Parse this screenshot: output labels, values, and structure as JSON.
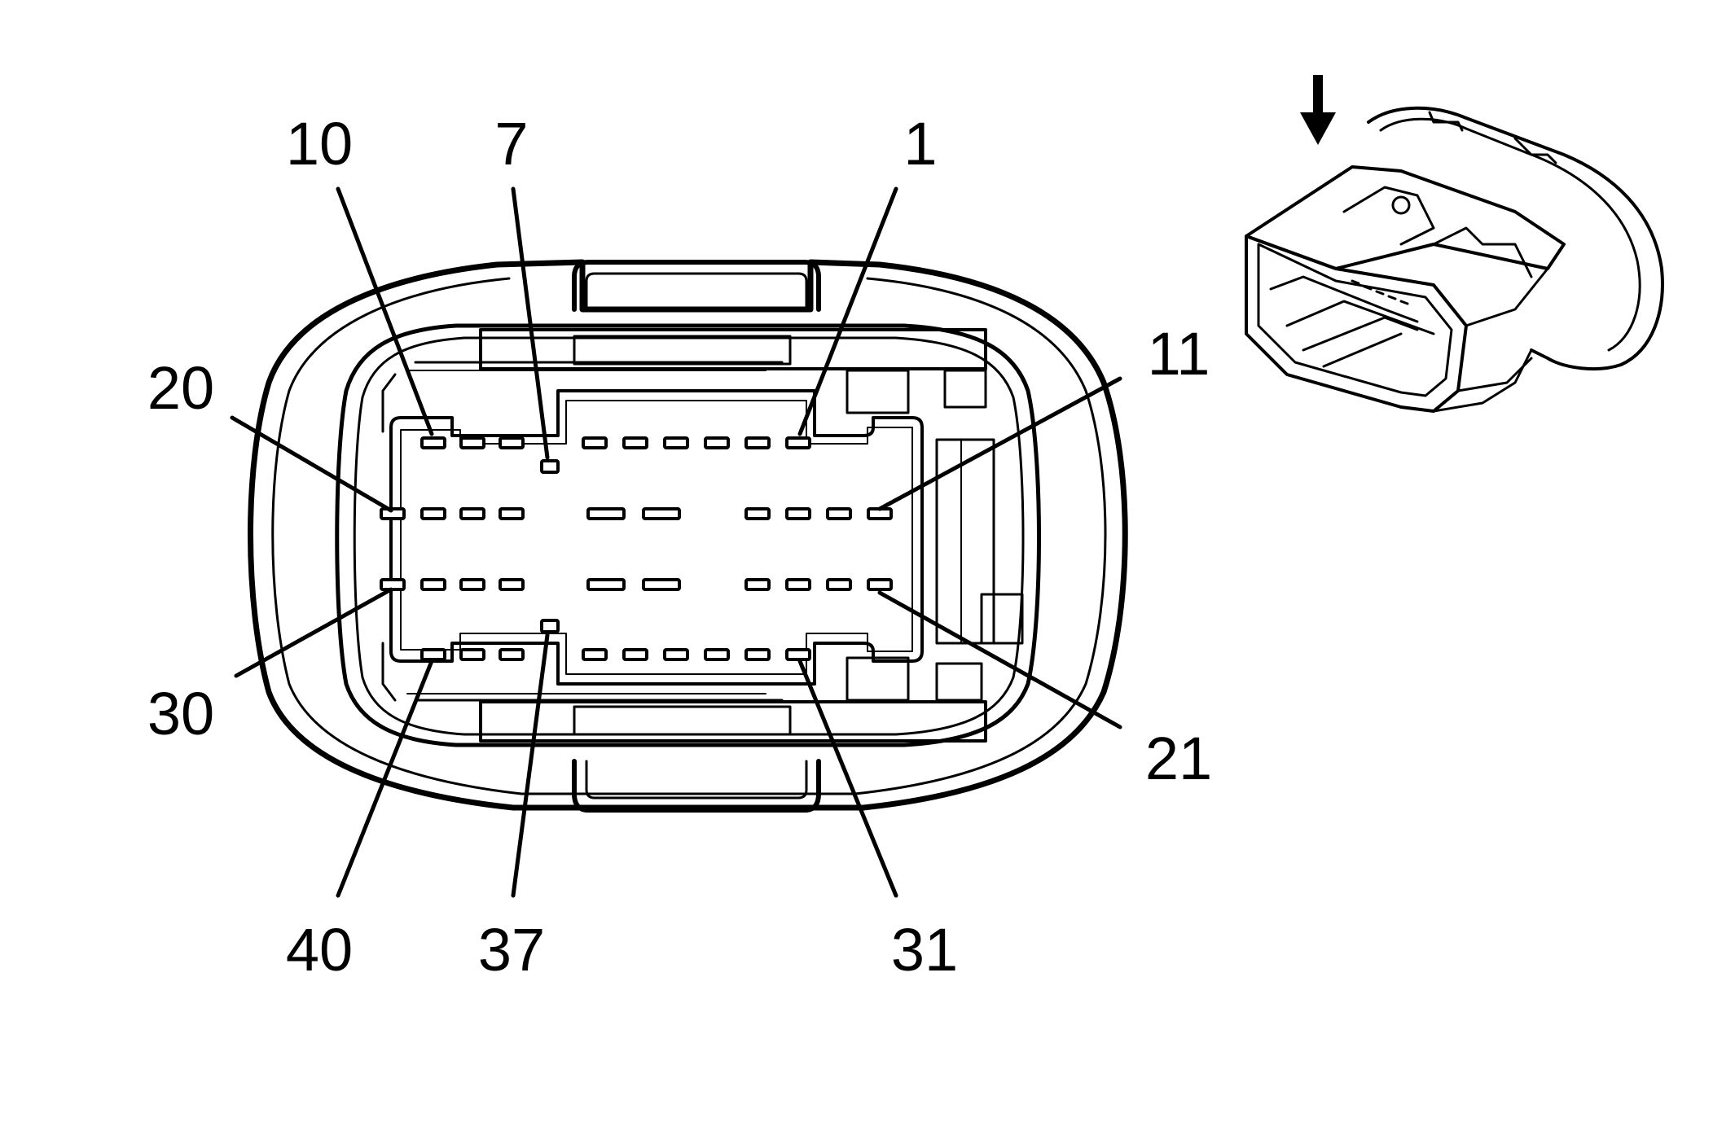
{
  "pin_labels": {
    "p1": "1",
    "p7": "7",
    "p10": "10",
    "p11": "11",
    "p20": "20",
    "p21": "21",
    "p30": "30",
    "p31": "31",
    "p37": "37",
    "p40": "40"
  },
  "colors": {
    "line": "#000000",
    "background": "#ffffff"
  },
  "icons": {
    "view_direction": "down-arrow-icon"
  }
}
